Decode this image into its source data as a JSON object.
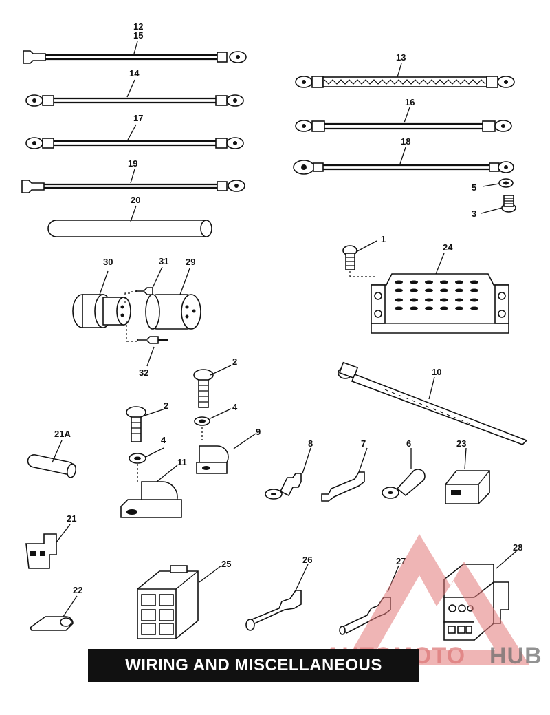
{
  "title": "WIRING AND MISCELLANEOUS ELECTRICAL",
  "watermark": {
    "text_colored": "AUTOMOTO",
    "text_gray": "HUB",
    "color": "#e06060"
  },
  "callouts": {
    "c12": "12",
    "c15": "15",
    "c14": "14",
    "c17": "17",
    "c19": "19",
    "c20": "20",
    "c13": "13",
    "c16": "16",
    "c18": "18",
    "c5": "5",
    "c3": "3",
    "c1": "1",
    "c24": "24",
    "c30": "30",
    "c31": "31",
    "c29": "29",
    "c32": "32",
    "c2a": "2",
    "c2b": "2",
    "c4a": "4",
    "c4b": "4",
    "c9": "9",
    "c11": "11",
    "c10": "10",
    "c21A": "21A",
    "c8": "8",
    "c7": "7",
    "c6": "6",
    "c23": "23",
    "c21": "21",
    "c22": "22",
    "c25": "25",
    "c26": "26",
    "c27": "27",
    "c28": "28"
  }
}
